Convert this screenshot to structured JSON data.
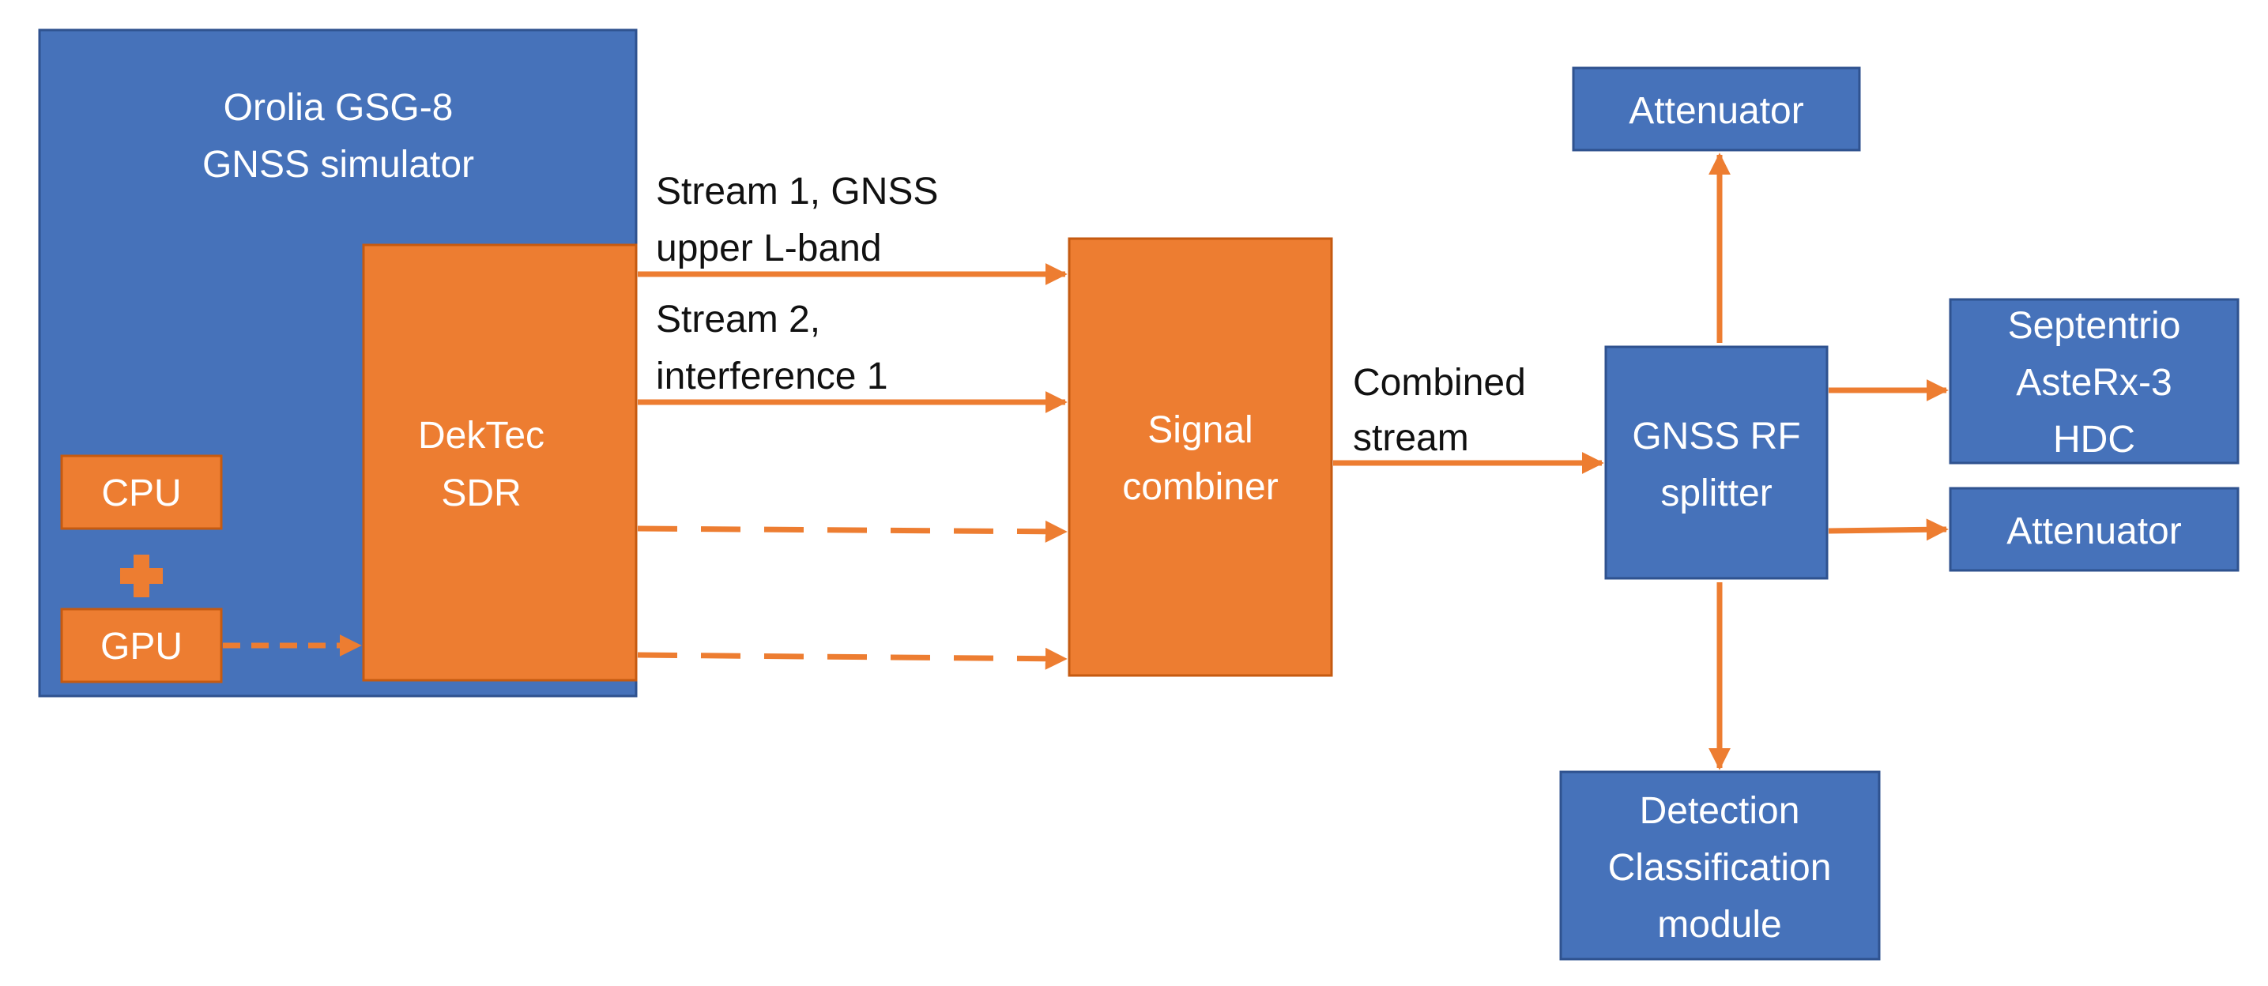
{
  "nodes": {
    "simulator": {
      "line1": "Orolia GSG-8",
      "line2": "GNSS simulator"
    },
    "sdr": {
      "line1": "DekTec",
      "line2": "SDR"
    },
    "cpu": {
      "label": "CPU"
    },
    "gpu": {
      "label": "GPU"
    },
    "combiner": {
      "line1": "Signal",
      "line2": "combiner"
    },
    "splitter": {
      "line1": "GNSS RF",
      "line2": "splitter"
    },
    "attenuator_top": {
      "label": "Attenuator"
    },
    "septentrio": {
      "line1": "Septentrio",
      "line2": "AsteRx-3",
      "line3": "HDC"
    },
    "attenuator_right": {
      "label": "Attenuator"
    },
    "detection": {
      "line1": "Detection",
      "line2": "Classification",
      "line3": "module"
    }
  },
  "edges": {
    "stream1": {
      "line1": "Stream 1, GNSS",
      "line2": "upper L-band"
    },
    "stream2": {
      "line1": "Stream 2,",
      "line2": "interference 1"
    },
    "combined": {
      "line1": "Combined",
      "line2": "stream"
    }
  },
  "colors": {
    "blue": "#4672BA",
    "orange": "#ED7D31",
    "blue_border": "#2F528F",
    "orange_border": "#C55A11"
  }
}
